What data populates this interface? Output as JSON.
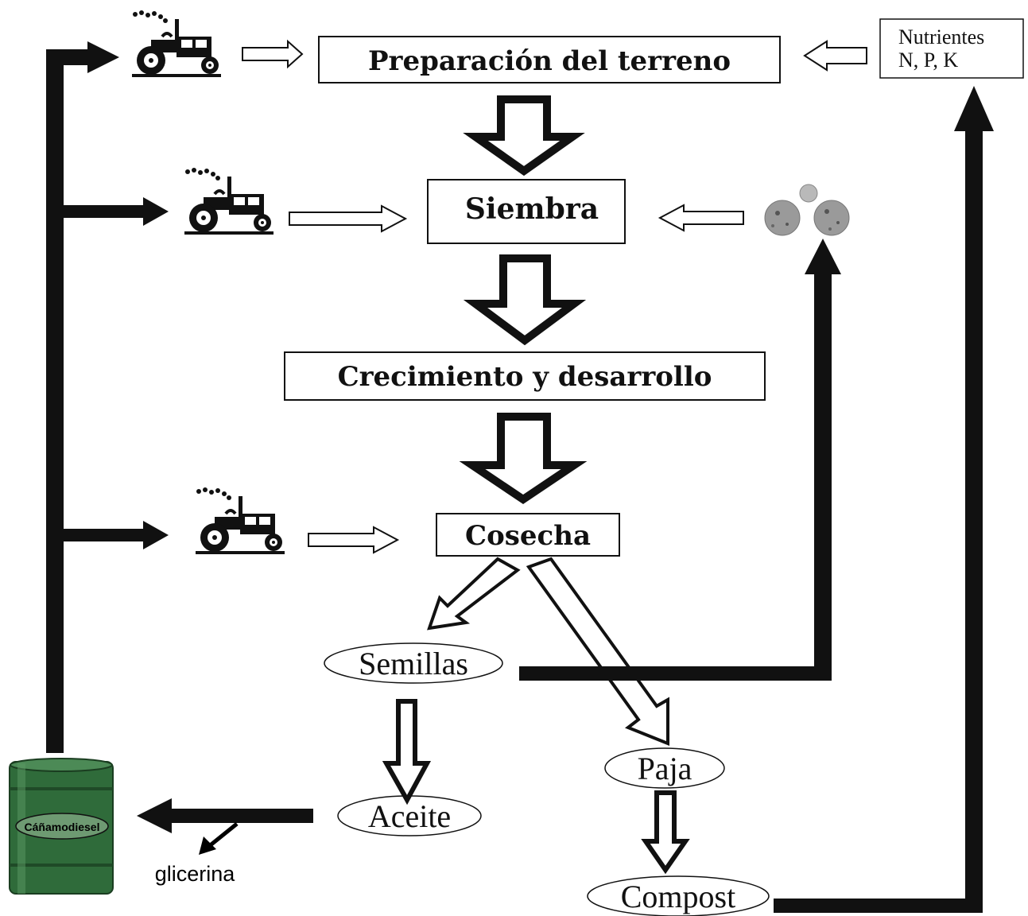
{
  "steps": {
    "preparacion": "Preparación del terreno",
    "siembra": "Siembra",
    "crecimiento": "Crecimiento y desarrollo",
    "cosecha": "Cosecha"
  },
  "nutrients": {
    "line1": "Nutrientes",
    "line2": "N, P, K"
  },
  "products": {
    "semillas": "Semillas",
    "paja": "Paja",
    "aceite": "Aceite",
    "compost": "Compost"
  },
  "barrel_label": "Cáñamodiesel",
  "byproduct": "glicerina",
  "colors": {
    "arrow": "#111111",
    "barrel_green": "#2f6b3a",
    "seed_gray": "#9a9a9a"
  },
  "icons": [
    "tractor-icon",
    "seeds-icon",
    "barrel-icon"
  ]
}
